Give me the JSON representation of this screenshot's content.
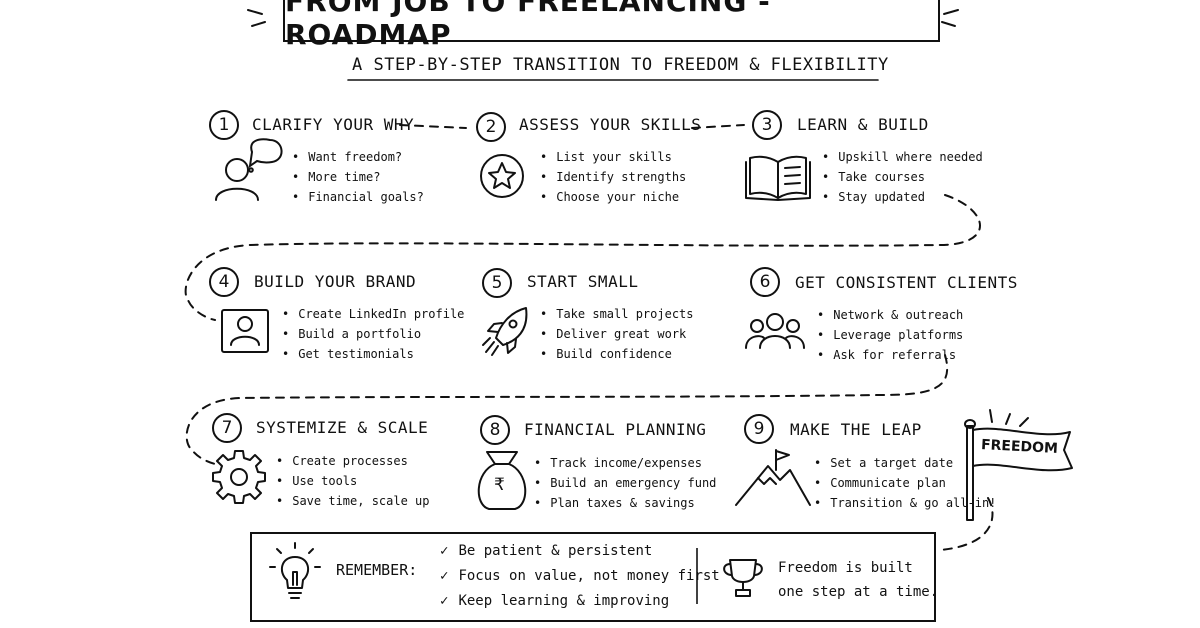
{
  "header": {
    "title": "FROM JOB TO FREELANCING - ROADMAP",
    "subtitle": "A STEP-BY-STEP TRANSITION TO FREEDOM & FLEXIBILITY"
  },
  "steps": [
    {
      "number": "1",
      "title": "CLARIFY YOUR WHY",
      "icon": "person-thought-icon",
      "bullets": [
        "Want freedom?",
        "More time?",
        "Financial goals?"
      ]
    },
    {
      "number": "2",
      "title": "ASSESS YOUR SKILLS",
      "icon": "star-icon",
      "bullets": [
        "List your skills",
        "Identify strengths",
        "Choose your niche"
      ]
    },
    {
      "number": "3",
      "title": "LEARN & BUILD",
      "icon": "book-icon",
      "bullets": [
        "Upskill where needed",
        "Take courses",
        "Stay updated"
      ]
    },
    {
      "number": "4",
      "title": "BUILD YOUR BRAND",
      "icon": "profile-card-icon",
      "bullets": [
        "Create LinkedIn profile",
        "Build a portfolio",
        "Get testimonials"
      ]
    },
    {
      "number": "5",
      "title": "START SMALL",
      "icon": "rocket-icon",
      "bullets": [
        "Take small projects",
        "Deliver great work",
        "Build confidence"
      ]
    },
    {
      "number": "6",
      "title": "GET CONSISTENT CLIENTS",
      "icon": "people-group-icon",
      "bullets": [
        "Network & outreach",
        "Leverage platforms",
        "Ask for referrals"
      ]
    },
    {
      "number": "7",
      "title": "SYSTEMIZE & SCALE",
      "icon": "gear-icon",
      "bullets": [
        "Create processes",
        "Use tools",
        "Save time, scale up"
      ]
    },
    {
      "number": "8",
      "title": "FINANCIAL PLANNING",
      "icon": "money-bag-icon",
      "bullets": [
        "Track income/expenses",
        "Build an emergency fund",
        "Plan taxes & savings"
      ]
    },
    {
      "number": "9",
      "title": "MAKE THE LEAP",
      "icon": "mountain-flag-icon",
      "bullets": [
        "Set a target date",
        "Communicate plan",
        "Transition & go all-in!"
      ]
    }
  ],
  "flag": {
    "label": "FREEDOM",
    "icon": "flag-icon"
  },
  "remember": {
    "label": "REMEMBER:",
    "icon": "lightbulb-icon",
    "items": [
      "Be patient & persistent",
      "Focus on value, not money first",
      "Keep learning & improving"
    ],
    "quote_icon": "trophy-icon",
    "quote": [
      "Freedom is built",
      "one step at a time."
    ]
  },
  "money_symbol": "₹"
}
